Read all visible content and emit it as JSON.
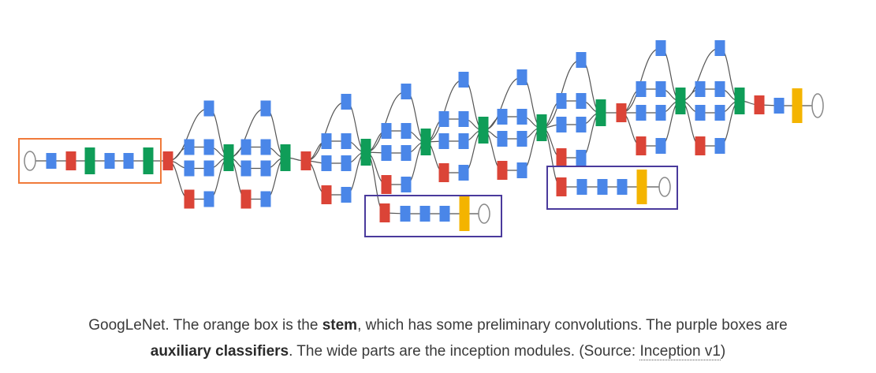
{
  "colors": {
    "conv": "#4a86e8",
    "pool": "#db4437",
    "concat": "#0f9d58",
    "softmax": "#f4b400",
    "stem_box": "#f07a3a",
    "aux_box": "#4a3a9c",
    "edge": "#555555"
  },
  "figure": {
    "stem_label": "stem",
    "aux_label": "auxiliary classifiers"
  },
  "caption": {
    "part1": "GoogLeNet. The orange box is the ",
    "stem": "stem",
    "part2": ", which has some preliminary convolutions. The purple boxes are",
    "aux": "auxiliary classifiers",
    "part3": ". The wide parts are the inception modules. (Source: ",
    "link": "Inception v1",
    "part4": ")"
  }
}
